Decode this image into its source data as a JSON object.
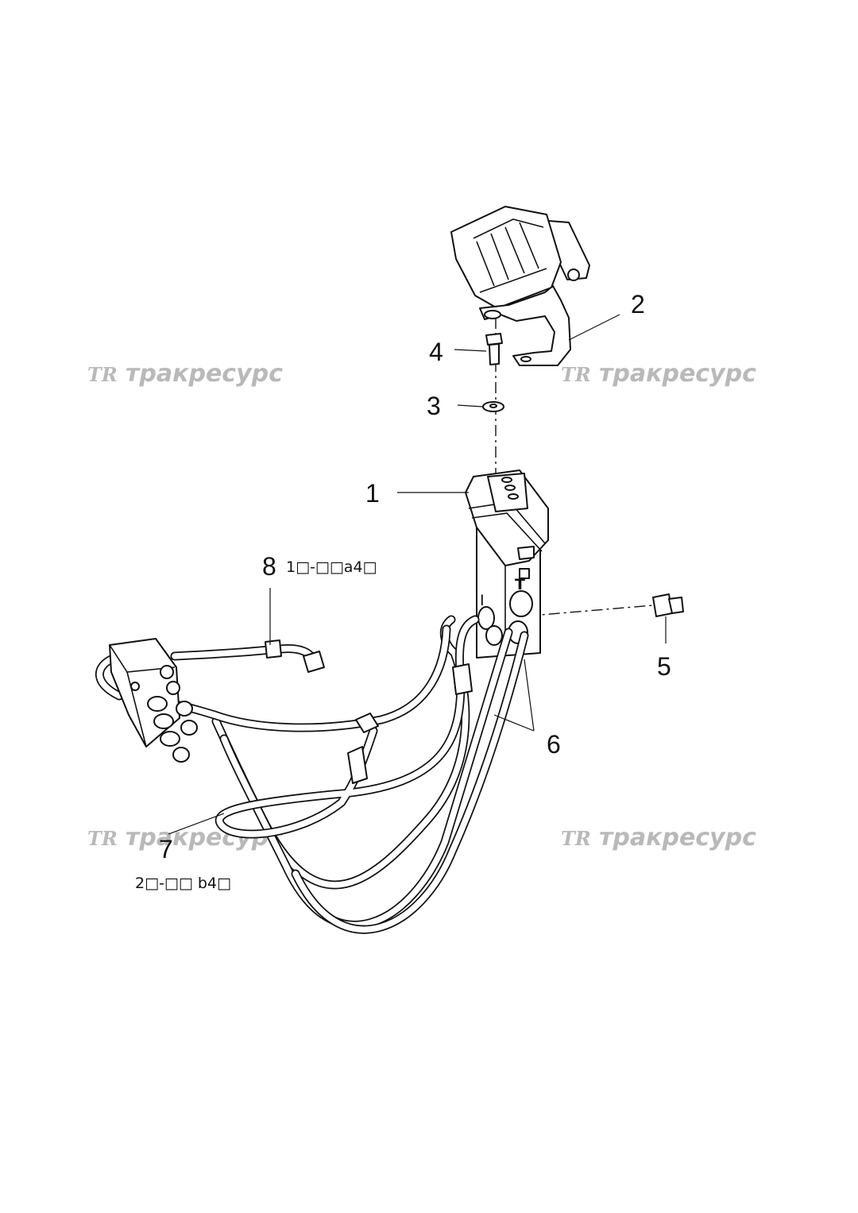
{
  "callouts": {
    "c1": "1",
    "c2": "2",
    "c3": "3",
    "c4": "4",
    "c5": "5",
    "c6": "6",
    "c7": "7",
    "c8": "8"
  },
  "notes": {
    "hose8": "1□-□□a4□",
    "hose7": "2□-□□  b4□"
  },
  "port_labels": {
    "t": "T",
    "i": "I"
  },
  "watermark": {
    "logo": "TR",
    "text": "тракресурс"
  }
}
